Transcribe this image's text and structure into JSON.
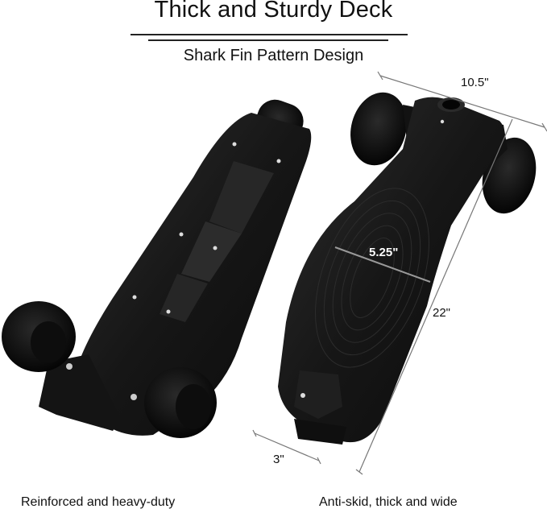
{
  "header": {
    "title": "Thick and Sturdy Deck",
    "subtitle": "Shark Fin Pattern Design"
  },
  "dimensions": {
    "width": "10.5\"",
    "deck_width": "5.25\"",
    "length": "22\"",
    "tail": "3\""
  },
  "captions": {
    "left": "Reinforced and heavy-duty",
    "right": "Anti-skid, thick and wide"
  },
  "colors": {
    "background": "#ffffff",
    "text": "#111111",
    "deck": "#1a1a1a",
    "measure_line": "#777777"
  }
}
